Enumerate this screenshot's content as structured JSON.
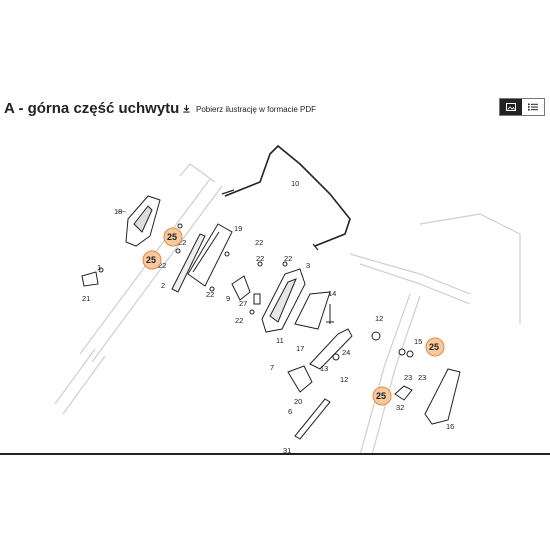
{
  "header": {
    "title": "A - górna część uchwytu",
    "download_label": "Pobierz ilustrację w formacie PDF"
  },
  "view_toggle": {
    "active": "image",
    "options": [
      "image-view-icon",
      "list-view-icon"
    ]
  },
  "colors": {
    "highlight_fill": "#f7c9a0",
    "highlight_stroke": "#e8893a",
    "line": "#222222",
    "ghost": "#cfcfcf"
  },
  "diagram": {
    "part_labels": [
      "10",
      "18",
      "19",
      "22",
      "22",
      "22",
      "22",
      "22",
      "22",
      "22",
      "3",
      "2",
      "9",
      "27",
      "21",
      "1",
      "14",
      "12",
      "11",
      "17",
      "24",
      "15",
      "13",
      "7",
      "23",
      "23",
      "12",
      "20",
      "32",
      "6",
      "16",
      "31"
    ],
    "highlighted_labels": [
      "25",
      "25",
      "25",
      "25"
    ]
  }
}
